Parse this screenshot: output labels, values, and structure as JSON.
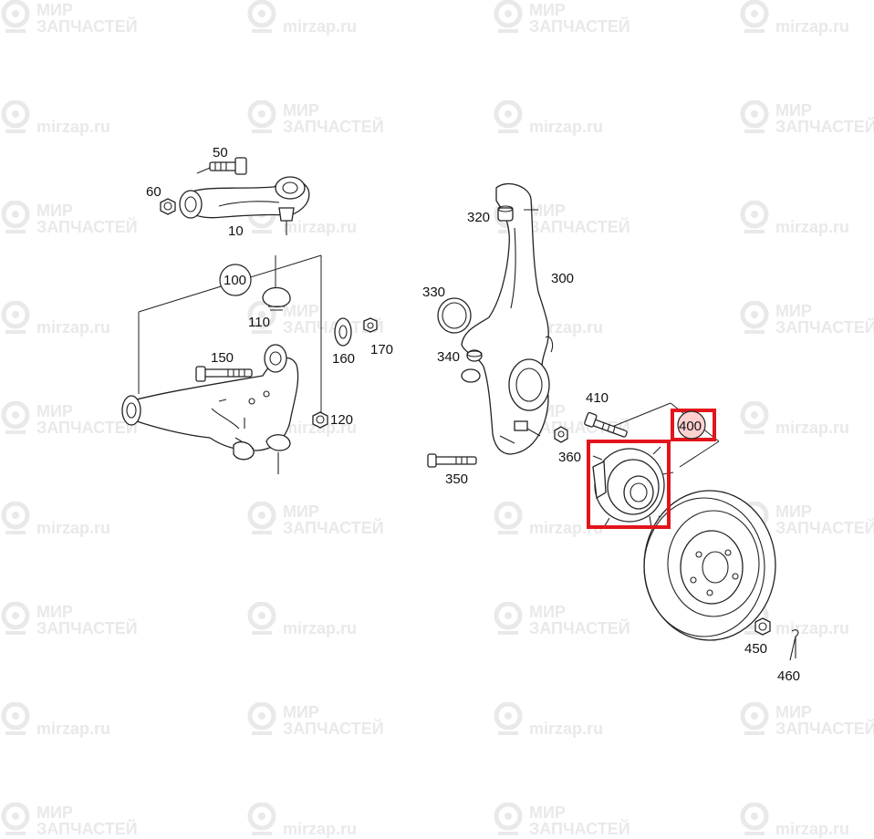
{
  "watermark": {
    "logo_icon": "map-pin-logo-icon",
    "brand_line1": "МИР",
    "brand_line2": "ЗАПЧАСТЕЙ",
    "site": "mirzap.ru",
    "color": "#e9e9e9"
  },
  "highlight_color": "#e3141b",
  "callouts": {
    "p10": "10",
    "p50": "50",
    "p60": "60",
    "p100": "100",
    "p110": "110",
    "p120": "120",
    "p150": "150",
    "p160": "160",
    "p170": "170",
    "p300": "300",
    "p320": "320",
    "p330": "330",
    "p340": "340",
    "p350": "350",
    "p360": "360",
    "p400": "400",
    "p410": "410",
    "p450": "450",
    "p460": "460"
  }
}
